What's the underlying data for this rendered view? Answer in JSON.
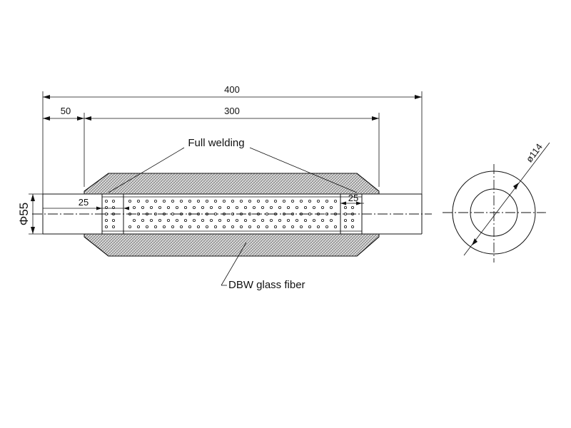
{
  "dimensions": {
    "overall_length": "400",
    "end_offset": "50",
    "body_length": "300",
    "pipe_diameter": "Φ55",
    "insert_length_left": "25",
    "insert_length_right": "25",
    "shell_diameter": "ø114"
  },
  "annotations": {
    "welding": "Full welding",
    "insulation": "DBW glass fiber"
  },
  "colors": {
    "line": "#111111",
    "background": "#ffffff",
    "insulation_fill": "#e2e2e2"
  }
}
